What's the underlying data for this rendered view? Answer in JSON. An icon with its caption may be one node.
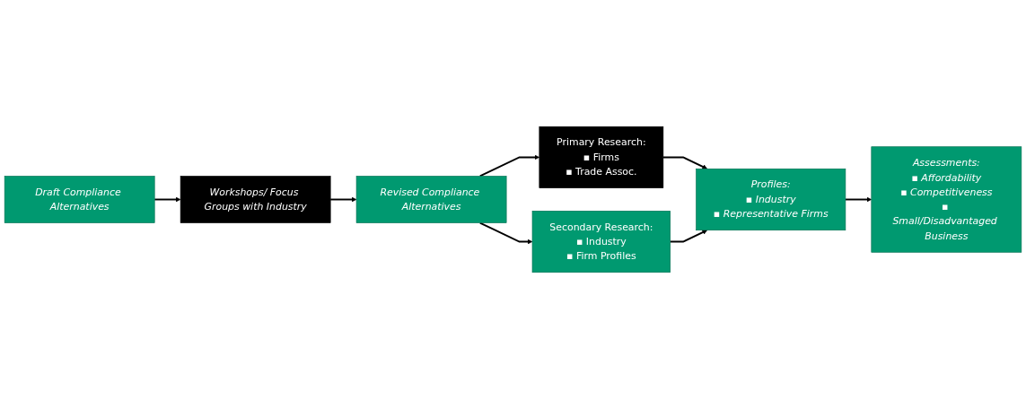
{
  "diagram": {
    "nodes": [
      {
        "text": [
          "Draft Compliance Alternatives"
        ]
      },
      {
        "text": [
          "Workshops/ Focus Groups with Industry"
        ]
      },
      {
        "text": [
          "Revised Compliance Alternatives"
        ]
      },
      {
        "text": [
          "Primary Research:",
          "▪ Firms",
          "▪ Trade Assoc."
        ]
      },
      {
        "text": [
          "Profiles:",
          "▪ Industry",
          "▪ Representative Firms"
        ]
      },
      {
        "text": [
          "Assessments:",
          "▪ Affordability",
          "▪ Competitiveness",
          "▪ Small/Disadvantaged Business"
        ]
      },
      {
        "text": [
          "Secondary Research:",
          "▪ Industry",
          "▪ Firm Profiles"
        ]
      }
    ],
    "edges": [
      {
        "from": 0,
        "to": 1,
        "arrow": "to"
      },
      {
        "from": 1,
        "to": 2,
        "arrow": "to"
      },
      {
        "from": 2,
        "to": 3,
        "arrow": "to"
      },
      {
        "from": 2,
        "to": 6,
        "arrow": "to"
      },
      {
        "from": 3,
        "to": 4,
        "arrow": "to"
      },
      {
        "from": 6,
        "to": 4,
        "arrow": "to"
      },
      {
        "from": 4,
        "to": 5,
        "arrow": "to"
      }
    ]
  }
}
